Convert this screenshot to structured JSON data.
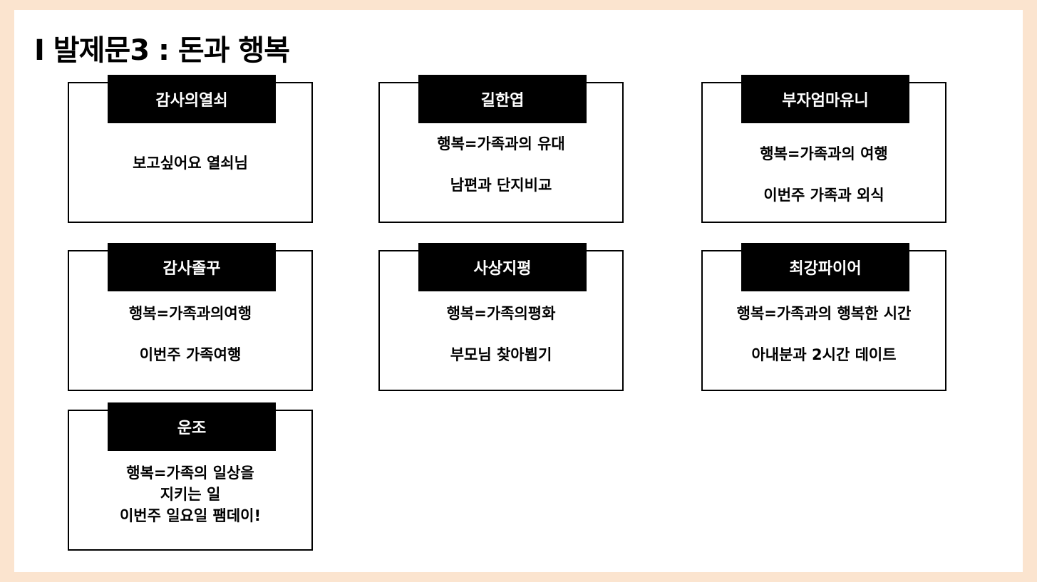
{
  "title": "I 발제문3 : 돈과 행복",
  "cards": [
    {
      "name": "감사의열쇠",
      "lines": [
        "보고싶어요 열쇠님"
      ]
    },
    {
      "name": "길한엽",
      "lines": [
        "행복=가족과의 유대",
        "남편과 단지비교"
      ]
    },
    {
      "name": "부자엄마유니",
      "lines": [
        "행복=가족과의 여행",
        "이번주 가족과 외식"
      ]
    },
    {
      "name": "감사졸꾸",
      "lines": [
        "행복=가족과의여행",
        "이번주 가족여행"
      ]
    },
    {
      "name": "사상지평",
      "lines": [
        "행복=가족의평화",
        "부모님 찾아뵙기"
      ]
    },
    {
      "name": "최강파이어",
      "lines": [
        "행복=가족과의 행복한 시간",
        "아내분과 2시간 데이트"
      ]
    },
    {
      "name": "운조",
      "lines": [
        "행복=가족의 일상을",
        "지키는 일",
        "이번주 일요일 팸데이!"
      ]
    }
  ]
}
